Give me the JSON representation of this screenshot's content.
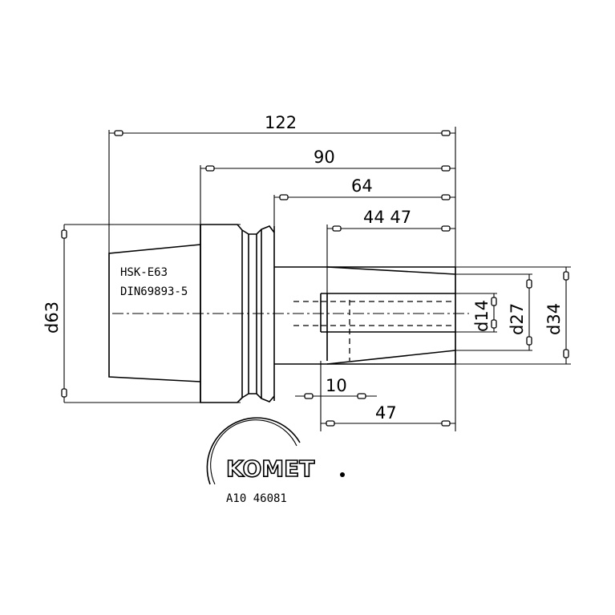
{
  "dimensions": {
    "overall_length": "122",
    "length_90": "90",
    "length_64": "64",
    "length_44_47": "44 47",
    "bore_depth_10": "10",
    "bore_length_47": "47",
    "dia_63": "d63",
    "dia_14": "d14",
    "dia_27": "d27",
    "dia_34": "d34"
  },
  "labels": {
    "interface": "HSK-E63",
    "standard": "DIN69893-5"
  },
  "logo": {
    "brand": "KOMET",
    "part_number": "A10 46081"
  }
}
